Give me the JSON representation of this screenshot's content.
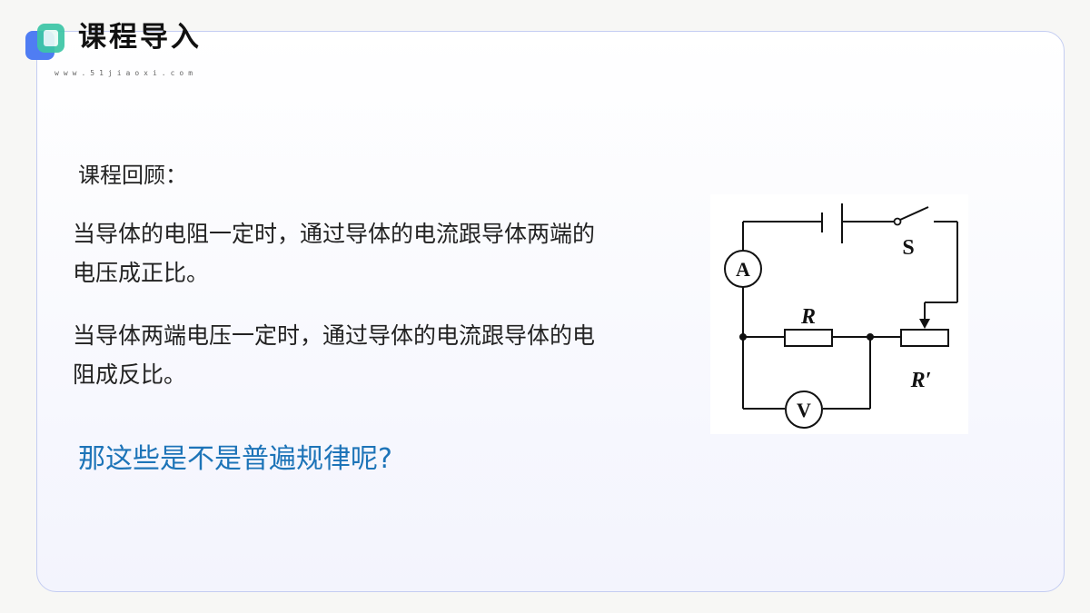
{
  "header": {
    "title": "课程导入",
    "site": "www.51jiaoxi.com"
  },
  "content": {
    "review_label": "课程回顾：",
    "paragraph1": "当导体的电阻一定时，通过导体的电流跟导体两端的电压成正比。",
    "paragraph2": "当导体两端电压一定时，通过导体的电流跟导体的电阻成反比。",
    "question": "那这些是不是普遍规律呢?"
  },
  "circuit": {
    "ammeter": "A",
    "voltmeter": "V",
    "switch": "S",
    "resistor": "R",
    "rheostat": "R′"
  },
  "colors": {
    "title": "#111111",
    "question": "#1d74b8",
    "card_border": "#c4cdf2",
    "logo_blue": "#4f7df3",
    "logo_green": "#3cc6a6"
  }
}
